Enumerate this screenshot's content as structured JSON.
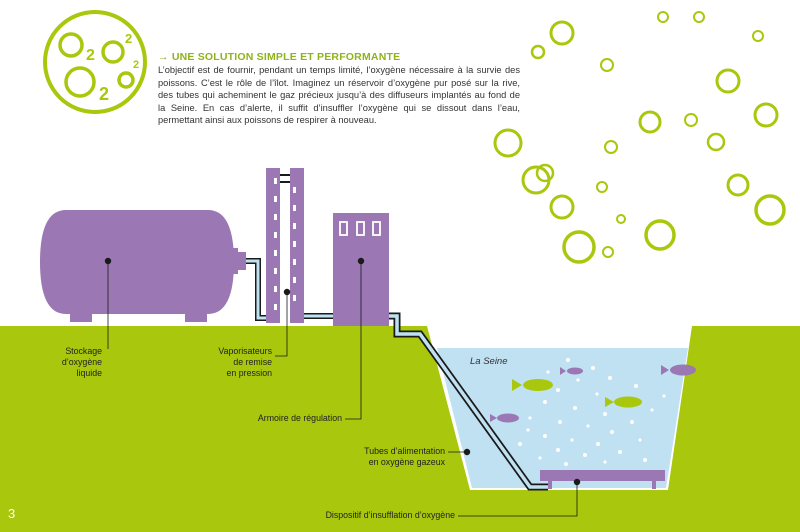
{
  "header": {
    "logo_letters": [
      "O",
      "2",
      "O",
      "2",
      "O",
      "2",
      "O",
      "2"
    ],
    "title": "→ UNE SOLUTION SIMPLE ET PERFORMANTE",
    "intro": "L’objectif est de fournir, pendant un temps limité, l’oxygène nécessaire à la survie des poissons. C’est le rôle de l’îlot. Imaginez un réservoir d’oxygène pur posé sur la rive, des tubes qui acheminent le gaz précieux jusqu’à des diffuseurs implantés au fond de la Seine. En cas d’alerte, il suffit d’insuffler l’oxygène qui se dissout dans l’eau, permettant ainsi aux poissons de respirer à nouveau."
  },
  "labels": {
    "stockage": [
      "Stockage",
      "d’oxygène",
      "liquide"
    ],
    "vaporisateurs": [
      "Vaporisateurs",
      "de remise",
      "en pression"
    ],
    "armoire": "Armoire de régulation",
    "tubes": [
      "Tubes d’alimentation",
      "en oxygène gazeux"
    ],
    "dispositif": "Dispositif d’insufflation d’oxygène",
    "river": "La Seine"
  },
  "page_number": "3",
  "colors": {
    "green": "#a9c70c",
    "purple": "#9b78b4",
    "water": "#bfe1f2",
    "fish_green": "#a9c70c",
    "fish_purple": "#9b78b4"
  }
}
